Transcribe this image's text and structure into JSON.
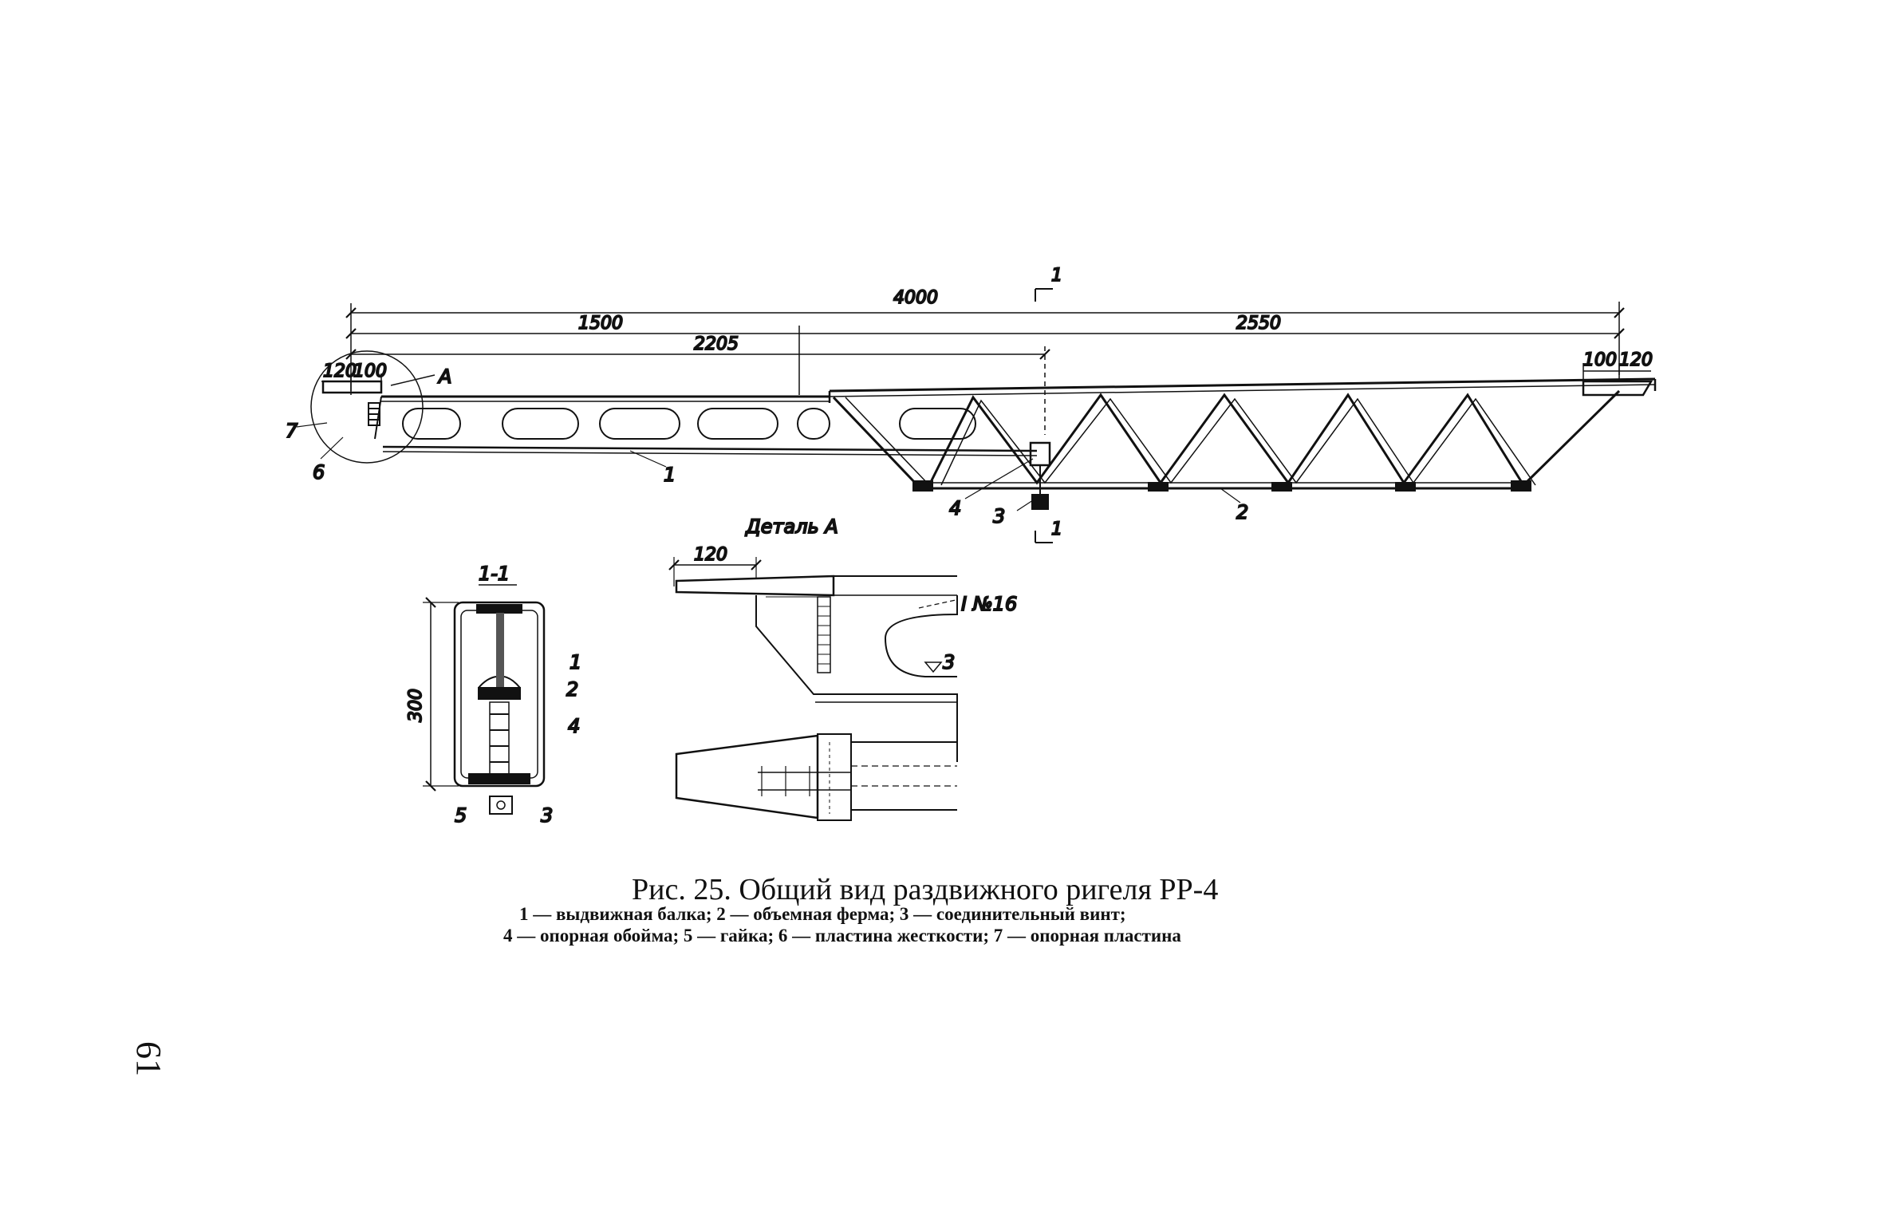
{
  "caption": {
    "title": "Рис. 25. Общий вид раздвижного ригеля РР-4",
    "legend_line1": "1 — выдвижная балка; 2 — объемная ферма; 3 — соединительный винт;",
    "legend_line2": "4 — опорная обойма; 5 — гайка; 6 — пластина жесткости; 7 — опорная пластина"
  },
  "page_number": "61",
  "main_view": {
    "dims": {
      "overall": "4000",
      "left": "1500",
      "right": "2550",
      "inner": "2205",
      "end_left_a": "120",
      "end_left_b": "100",
      "end_right_a": "100",
      "end_right_b": "120"
    },
    "section_mark": "1",
    "detail_mark": "A",
    "callouts": [
      "1",
      "2",
      "3",
      "4",
      "6",
      "7"
    ]
  },
  "section_view": {
    "title": "1-1",
    "height_dim": "300",
    "callouts": [
      "1",
      "2",
      "4",
      "5",
      "3"
    ]
  },
  "detail_view": {
    "title": "Деталь А",
    "width_dim": "120",
    "beam_label": "I №16",
    "weld_label": "3"
  }
}
